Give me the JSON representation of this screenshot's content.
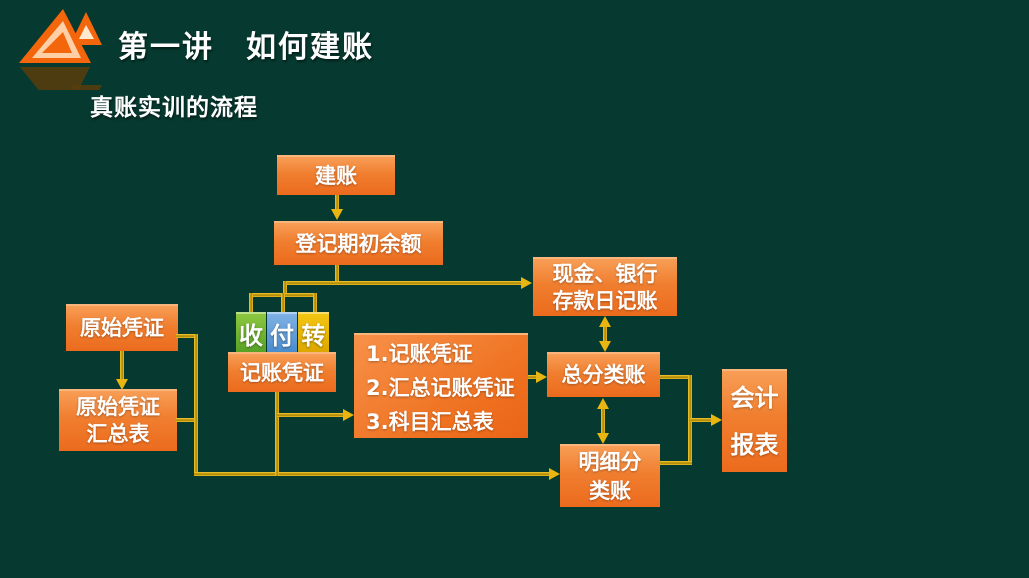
{
  "header": {
    "title": "第一讲　如何建账",
    "subtitle": "真账实训的流程",
    "logo_icon": "twin-mountain-triangles-logo"
  },
  "colors": {
    "background": "#06392F",
    "box_orange": "#EE7220",
    "box_orange_light": "#F89E56",
    "connector_gold": "#E9B511",
    "voucher_receipt_green": "#6CB33F",
    "voucher_payment_blue": "#5B9BD5",
    "voucher_transfer_gold": "#E8B70A",
    "text": "#FFFFFF"
  },
  "nodes": {
    "setup": "建账",
    "opening_balance": "登记期初余额",
    "original_voucher": "原始凭证",
    "original_voucher_summary_line1": "原始凭证",
    "original_voucher_summary_line2": "汇总表",
    "receipt": "收",
    "payment": "付",
    "transfer": "转",
    "bookkeeping_voucher": "记账凭证",
    "voucher_list_item1": "1.记账凭证",
    "voucher_list_item2": "2.汇总记账凭证",
    "voucher_list_item3": "3.科目汇总表",
    "cash_journal_line1": "现金、银行",
    "cash_journal_line2": "存款日记账",
    "general_ledger": "总分类账",
    "subsidiary_ledger_line1": "明细分",
    "subsidiary_ledger_line2": "类账",
    "financial_report_line1": "会计",
    "financial_report_line2": "报表"
  }
}
